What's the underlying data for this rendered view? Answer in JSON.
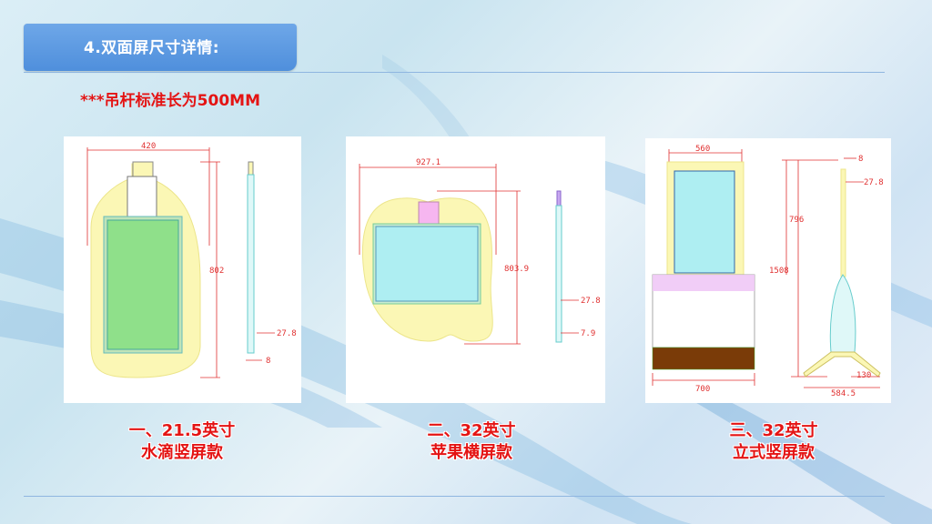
{
  "header": {
    "title": "4.双面屏尺寸详情:"
  },
  "note": "***吊杆标准长为500MM",
  "panels": [
    {
      "caption_line1": "一、21.5英寸",
      "caption_line2": "水滴竖屏款",
      "dims": {
        "width": "420",
        "height": "802",
        "depth": "27.8",
        "thickness": "8"
      }
    },
    {
      "caption_line1": "二、32英寸",
      "caption_line2": "苹果横屏款",
      "dims": {
        "width": "927.1",
        "height": "803.9",
        "depth": "27.8",
        "thickness": "7.9"
      }
    },
    {
      "caption_line1": "三、32英寸",
      "caption_line2": "立式竖屏款",
      "dims": {
        "top_width": "560",
        "bottom_width": "700",
        "screen_height": "796",
        "total_height": "1508",
        "thickness": "8",
        "depth": "27.8",
        "foot": "130",
        "foot_span": "584.5"
      }
    }
  ],
  "colors": {
    "header": "#4f8fdc",
    "accent_red": "#e41414",
    "dim_red": "#e03030",
    "screen_fill": "#aeeef2",
    "frame_fill": "#fbf7b5"
  }
}
